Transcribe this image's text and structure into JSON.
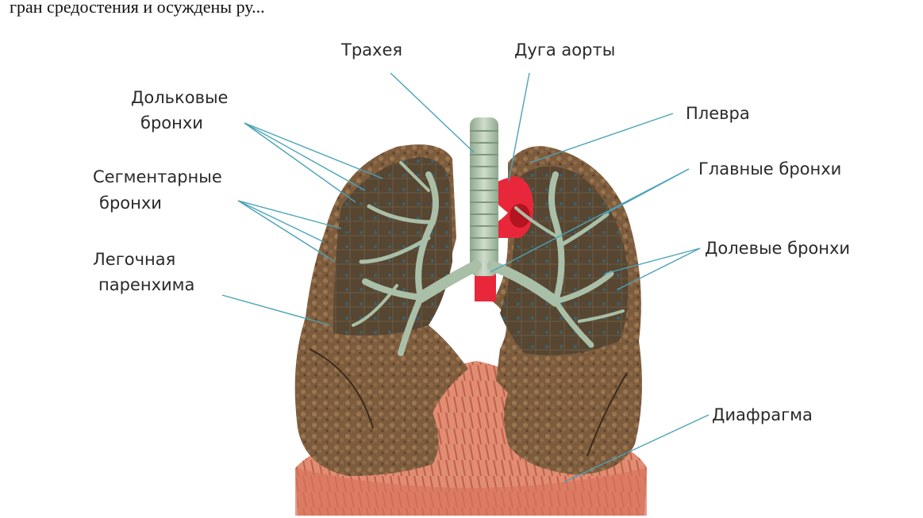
{
  "cropped_header_text": "гран средостения и осуждены ру...",
  "labels": {
    "trachea": "Трахея",
    "aortic_arch": "Дуга аорты",
    "lobular_bronchi_1": "Дольковые",
    "lobular_bronchi_2": "бронхи",
    "pleura": "Плевра",
    "segmental_bronchi_1": "Сегментарные",
    "segmental_bronchi_2": "бронхи",
    "main_bronchi": "Главные бронхи",
    "lobar_bronchi": "Долевые бронхи",
    "parenchyma_1": "Легочная",
    "parenchyma_2": "паренхима",
    "diaphragm": "Диафрагма"
  },
  "colors": {
    "leader_line": "#4aa3b8",
    "lung_tissue": "#7a5a3c",
    "lung_cut_surface": "#5a4a35",
    "bronchi": "#a9bfa8",
    "aorta": "#e8283a",
    "diaphragm": "#d9826a"
  }
}
